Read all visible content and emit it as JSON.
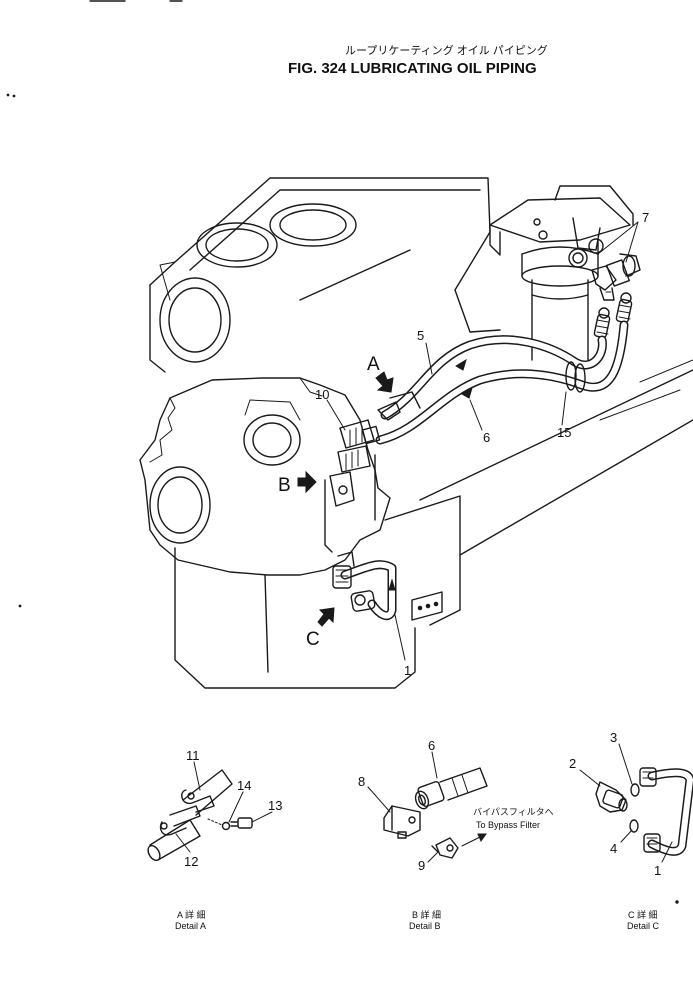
{
  "header": {
    "japanese_title": "ループリケーティング オイル パイピング",
    "title": "FIG. 324  LUBRICATING  OIL  PIPING"
  },
  "callouts": {
    "main": [
      "5",
      "6",
      "7",
      "10",
      "15",
      "1"
    ],
    "detail_a": [
      "11",
      "14",
      "13",
      "12"
    ],
    "detail_b": [
      "6",
      "8",
      "9"
    ],
    "detail_c": [
      "3",
      "2",
      "4",
      "1"
    ]
  },
  "view_letters": [
    "A",
    "B",
    "C"
  ],
  "bypass_label": {
    "japanese": "バイパスフィルタへ",
    "english": "To Bypass Filter"
  },
  "detail_captions": {
    "a": {
      "japanese": "A 詳 細",
      "english": "Detail A"
    },
    "b": {
      "japanese": "B 詳 細",
      "english": "Detail B"
    },
    "c": {
      "japanese": "C 詳 細",
      "english": "Detail C"
    }
  },
  "icons": {
    "view_arrow": "view-direction-arrow-icon",
    "flow_arrow": "flow-direction-arrow-icon"
  }
}
